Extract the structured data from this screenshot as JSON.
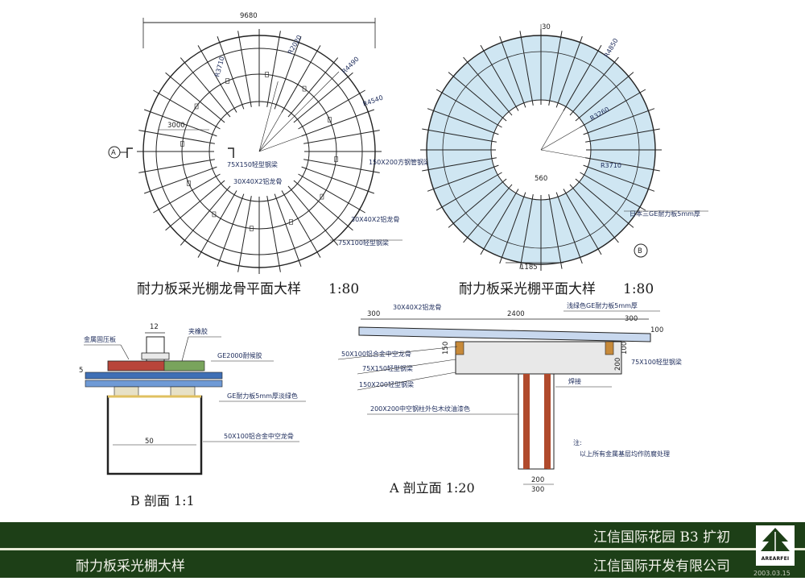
{
  "project": {
    "name": "江信国际花园 B3 扩初",
    "company": "江信国际开发有限公司",
    "sheet_title": "耐力板采光棚大样",
    "date": "2003.03.15",
    "logo_text": "AREARFEI"
  },
  "plan_frame": {
    "caption": "耐力板采光棚龙骨平面大样",
    "scale": "1:80",
    "overall_dim": "9680",
    "radii": [
      "R3710",
      "R2020",
      "R4490",
      "R4540"
    ],
    "dim_3000": "3000",
    "section_mark": "A",
    "notes": [
      "75X150轻型钢梁",
      "30X40X2铝龙骨",
      "150X200方钢管钢梁",
      "30X40X2铝龙骨",
      "75X100轻型钢梁"
    ]
  },
  "plan_roof": {
    "caption": "耐力板采光棚平面大样",
    "scale": "1:80",
    "top_dim": "30",
    "radii": [
      "R4850",
      "R3260",
      "R3710"
    ],
    "dim_560": "560",
    "dim_1185": "1185",
    "section_mark": "B",
    "note": "日本三GE耐力板5mm厚"
  },
  "section_b": {
    "caption": "B 剖面 1:1",
    "dim_top": "12",
    "dim_side": "5",
    "dim_bottom": "50",
    "notes": [
      "金属固压板",
      "夹橡胶",
      "GE2000耐候胶",
      "GE耐力板5mm厚淡绿色",
      "50X100铝合金中空龙骨"
    ]
  },
  "section_a": {
    "caption": "A 剖立面 1:20",
    "dims": [
      "300",
      "2400",
      "300",
      "100",
      "150",
      "100",
      "200",
      "200",
      "300"
    ],
    "notes": [
      "30X40X2铝龙骨",
      "浅绿色GE耐力板5mm厚",
      "50X100铝合金中空龙骨",
      "75X150轻型钢梁",
      "150X200轻型钢梁",
      "75X100轻型钢梁",
      "焊接",
      "200X200中空钢柱外包木纹油漆色"
    ],
    "remark_title": "注:",
    "remark": "以上所有金属基层均作防腐处理"
  }
}
